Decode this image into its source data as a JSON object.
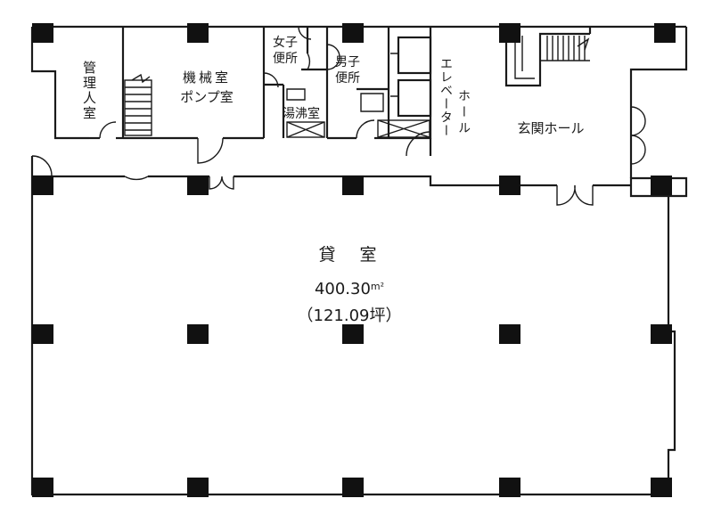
{
  "plan": {
    "rooms": {
      "office": "管理人室",
      "machine_1": "機械室",
      "machine_2": "ポンプ室",
      "women_wc_1": "女子",
      "women_wc_2": "便所",
      "men_wc_1": "男子",
      "men_wc_2": "便所",
      "kitchen": "湯沸室",
      "elevator_hall_1": "エレベーター",
      "elevator_hall_2": "ホール",
      "entrance_hall": "玄関ホール"
    },
    "rental": {
      "title": "貸　室",
      "area": "400.30",
      "area_unit": "m²",
      "tsubo": "（121.09坪）"
    },
    "colors": {
      "line": "#1a1a1a",
      "column": "#111111",
      "background": "#ffffff"
    }
  }
}
